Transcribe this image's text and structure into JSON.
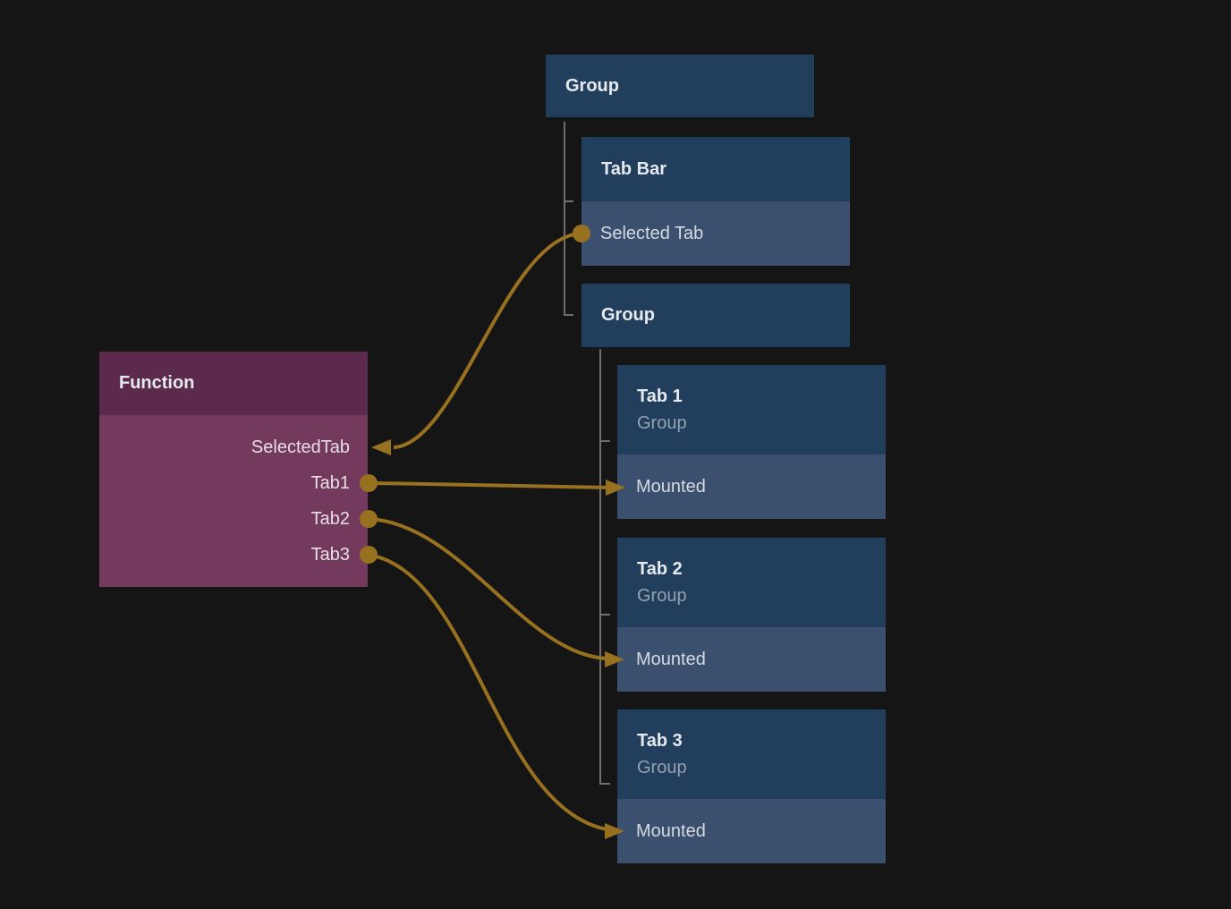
{
  "colors": {
    "bg": "#151515",
    "blue-header": "#213f5c",
    "blue-row": "#3a506e",
    "fn-header": "#5c2a4d",
    "fn-body": "#733a5d",
    "wire": "#97711f",
    "tree-line": "#6f6f6f",
    "title-text": "#e6eaee",
    "subtitle-text": "#96a1b0",
    "row-text": "#d5dae0",
    "port-text": "#e9dee6"
  },
  "function_node": {
    "title": "Function",
    "ports": [
      {
        "name": "SelectedTab",
        "direction": "input"
      },
      {
        "name": "Tab1",
        "direction": "output"
      },
      {
        "name": "Tab2",
        "direction": "output"
      },
      {
        "name": "Tab3",
        "direction": "output"
      }
    ]
  },
  "layer_tree": {
    "root": {
      "title": "Group"
    },
    "tab_bar": {
      "title": "Tab Bar",
      "row": "Selected Tab"
    },
    "inner_group": {
      "title": "Group"
    },
    "tabs": [
      {
        "title": "Tab 1",
        "subtitle": "Group",
        "row": "Mounted"
      },
      {
        "title": "Tab 2",
        "subtitle": "Group",
        "row": "Mounted"
      },
      {
        "title": "Tab 3",
        "subtitle": "Group",
        "row": "Mounted"
      }
    ]
  },
  "connections": [
    {
      "from": "Tab Bar.Selected Tab",
      "to": "Function.SelectedTab"
    },
    {
      "from": "Function.Tab1",
      "to": "Tab 1.Mounted"
    },
    {
      "from": "Function.Tab2",
      "to": "Tab 2.Mounted"
    },
    {
      "from": "Function.Tab3",
      "to": "Tab 3.Mounted"
    }
  ]
}
